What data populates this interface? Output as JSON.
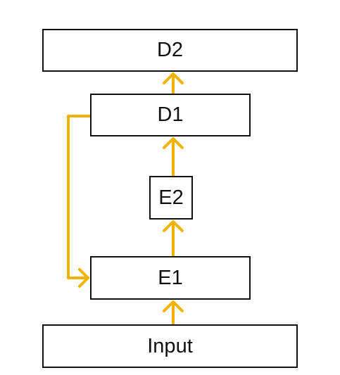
{
  "diagram": {
    "accent_color": "#F2B300",
    "border_color": "#111111",
    "nodes": {
      "d2": "D2",
      "d1": "D1",
      "e2": "E2",
      "e1": "E1",
      "input": "Input"
    },
    "edges": [
      {
        "from": "input",
        "to": "e1",
        "style": "arrow-up"
      },
      {
        "from": "e1",
        "to": "e2",
        "style": "arrow-up"
      },
      {
        "from": "e2",
        "to": "d1",
        "style": "arrow-up"
      },
      {
        "from": "d1",
        "to": "d2",
        "style": "arrow-up"
      },
      {
        "from": "d1",
        "to": "e1",
        "style": "skip-connection-left"
      }
    ]
  }
}
